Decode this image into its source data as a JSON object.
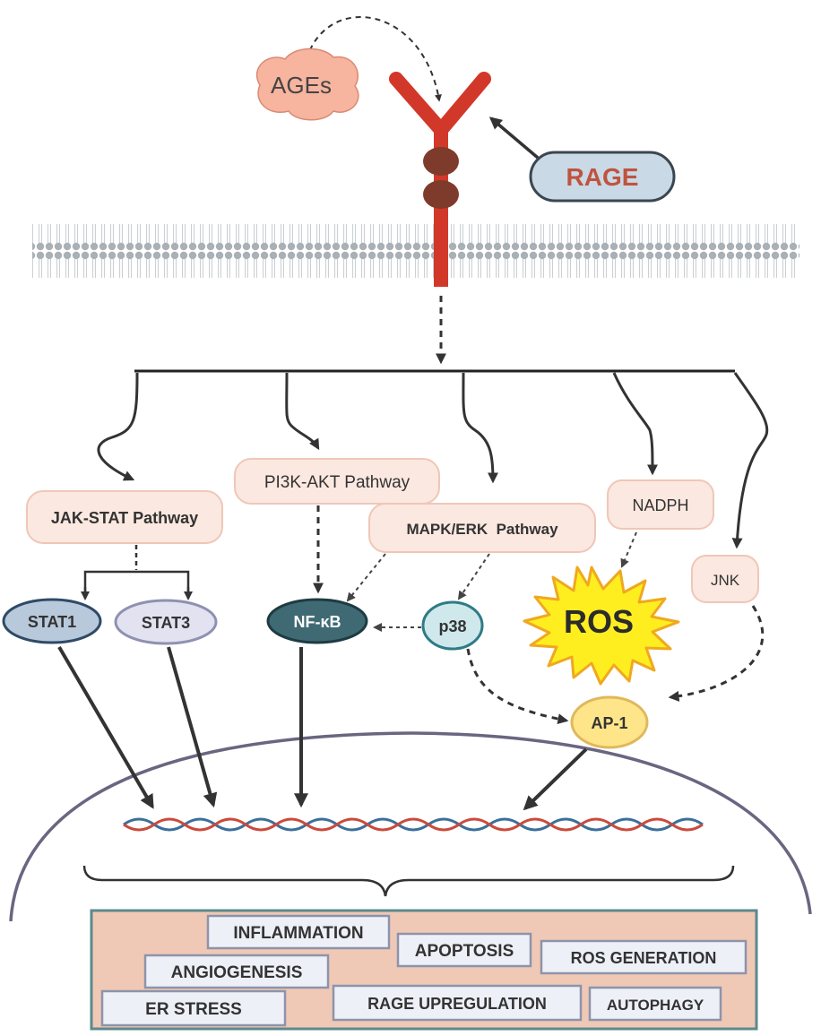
{
  "ligand": "AGEs",
  "receptor": "RAGE",
  "pathways": {
    "jak_stat": "JAK-STAT Pathway",
    "pi3k_akt": "PI3K-AKT Pathway",
    "mapk_erk": "MAPK/ERK  Pathway",
    "nadph": "NADPH",
    "jnk": "JNK"
  },
  "nodes": {
    "stat1": "STAT1",
    "stat3": "STAT3",
    "nfkb": "NF-κB",
    "p38": "p38",
    "ros": "ROS",
    "ap1": "AP-1"
  },
  "outcomes": {
    "inflammation": "INFLAMMATION",
    "apoptosis": "APOPTOSIS",
    "ros_generation": "ROS GENERATION",
    "angiogenesis": "ANGIOGENESIS",
    "er_stress": "ER STRESS",
    "rage_upregulation": "RAGE UPREGULATION",
    "autophagy": "AUTOPHAGY"
  },
  "colors": {
    "receptor_red": "#d2382a",
    "domain_brown": "#7e3b2b",
    "ages_fill": "#f7b49e",
    "rage_fill": "#c9d9e6",
    "pathway_fill": "#fbe8e0",
    "stat1_fill": "#b8c9dc",
    "stat3_fill": "#e3e2f0",
    "nfkb_fill": "#3f6a73",
    "p38_fill": "#cfe8ec",
    "ros_fill": "#ffee1f",
    "ap1_fill": "#ffe58a",
    "outcome_panel": "#f0c8b6",
    "outcome_box": "#eef0f8",
    "membrane": "#a9b0b6",
    "nucleus": "#6a6580",
    "dna_red": "#c94b3c",
    "dna_blue": "#3b6f9a"
  }
}
